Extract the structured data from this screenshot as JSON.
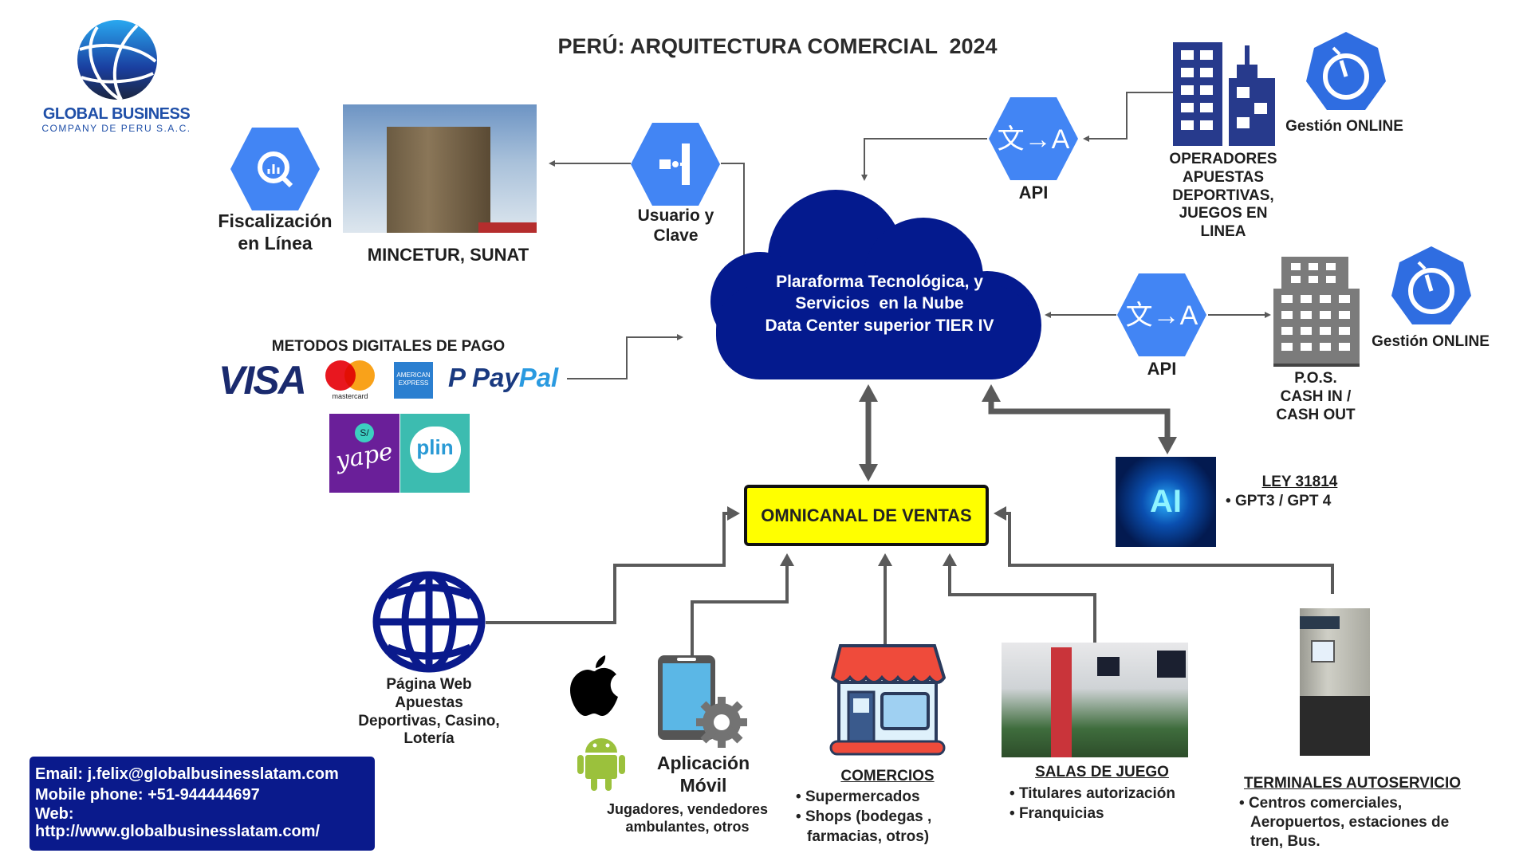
{
  "title": "PERÚ: ARQUITECTURA COMERCIAL  2024",
  "logo": {
    "name": "GLOBAL BUSINESS",
    "sub": "COMPANY DE PERU S.A.C."
  },
  "fiscalizacion": {
    "line1": "Fiscalización",
    "line2": "en Línea"
  },
  "mincetur": {
    "label": "MINCETUR, SUNAT"
  },
  "usuario": {
    "line1": "Usuario y",
    "line2": "Clave"
  },
  "cloud": {
    "line1": "Plaraforma Tecnológica, y",
    "line2": "Servicios  en la Nube",
    "line3": "Data Center superior TIER IV"
  },
  "api_top": {
    "label": "API",
    "glyph": "文→A"
  },
  "operadores": {
    "lines": [
      "OPERADORES",
      "APUESTAS",
      "DEPORTIVAS,",
      "JUEGOS EN",
      "LINEA"
    ]
  },
  "gestion1": {
    "label": "Gestión ONLINE"
  },
  "api_mid": {
    "label": "API",
    "glyph": "文→A"
  },
  "pos": {
    "lines": [
      "P.O.S.",
      "CASH IN /",
      "CASH OUT"
    ]
  },
  "gestion2": {
    "label": "Gestión ONLINE"
  },
  "pagos": {
    "title": "METODOS DIGITALES DE PAGO",
    "visa": "VISA",
    "mastercard": "mastercard",
    "amex1": "AMERICAN",
    "amex2": "EXPRESS",
    "paypal1": "Pay",
    "paypal2": "Pal",
    "yape": "yape",
    "yape_badge": "S/",
    "plin": "plin"
  },
  "ai": {
    "glyph": "AI",
    "law": "LEY 31814",
    "item": "GPT3 / GPT 4"
  },
  "omnicanal": {
    "label": "OMNICANAL DE VENTAS"
  },
  "web": {
    "lines": [
      "Página Web",
      "Apuestas",
      "Deportivas, Casino,",
      "Lotería"
    ]
  },
  "app": {
    "line1": "Aplicación",
    "line2": "Móvil",
    "sub1": "Jugadores, vendedores",
    "sub2": "ambulantes, otros"
  },
  "comercios": {
    "title": "COMERCIOS",
    "items": [
      "Supermercados",
      "Shops (bodegas ,"
    ],
    "cont": "farmacias, otros)"
  },
  "salas": {
    "title": "SALAS DE JUEGO",
    "items": [
      "Titulares autorización",
      "Franquicias"
    ]
  },
  "terminales": {
    "title": "TERMINALES AUTOSERVICIO",
    "items": [
      "Centros comerciales,"
    ],
    "cont1": "Aeropuertos, estaciones de",
    "cont2": "tren, Bus."
  },
  "contact": {
    "email": "Email: j.felix@globalbusinesslatam.com",
    "phone": "Mobile phone: +51-944444697",
    "web_label": "Web:",
    "web": "http://www.globalbusinesslatam.com/"
  },
  "colors": {
    "navy": "#0a1a8c",
    "hex": "#4285f4",
    "arrow": "#5a5a5a",
    "yellow": "#ffff00"
  }
}
